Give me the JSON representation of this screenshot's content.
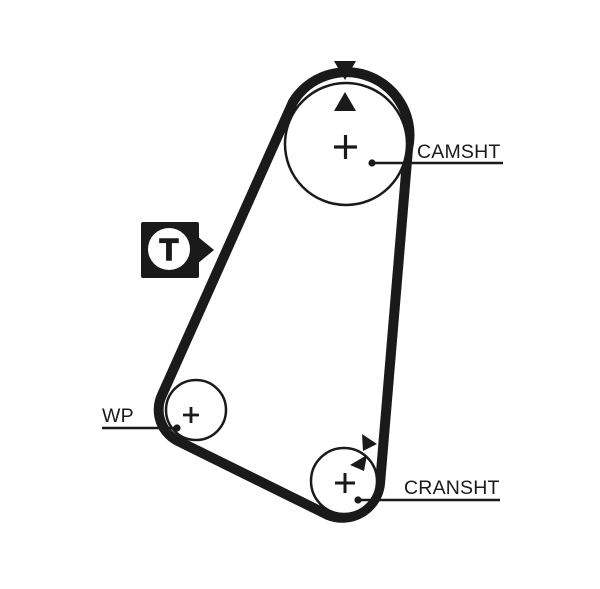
{
  "diagram": {
    "type": "timing-belt-routing-diagram",
    "colors": {
      "background": "#ffffff",
      "ink": "#1a1a1a"
    },
    "labels": {
      "camshaft": "CAMSHT",
      "crankshaft": "CRANSHT",
      "water_pump": "WP",
      "tensioner": "T"
    },
    "components": {
      "pulleys": [
        {
          "id": "camshaft-pulley",
          "label": "CAMSHT"
        },
        {
          "id": "crankshaft-pulley",
          "label": "CRANSHT"
        },
        {
          "id": "water-pump-pulley",
          "label": "WP"
        }
      ],
      "belt": "timing-belt",
      "tensioner_badge": "T"
    }
  }
}
